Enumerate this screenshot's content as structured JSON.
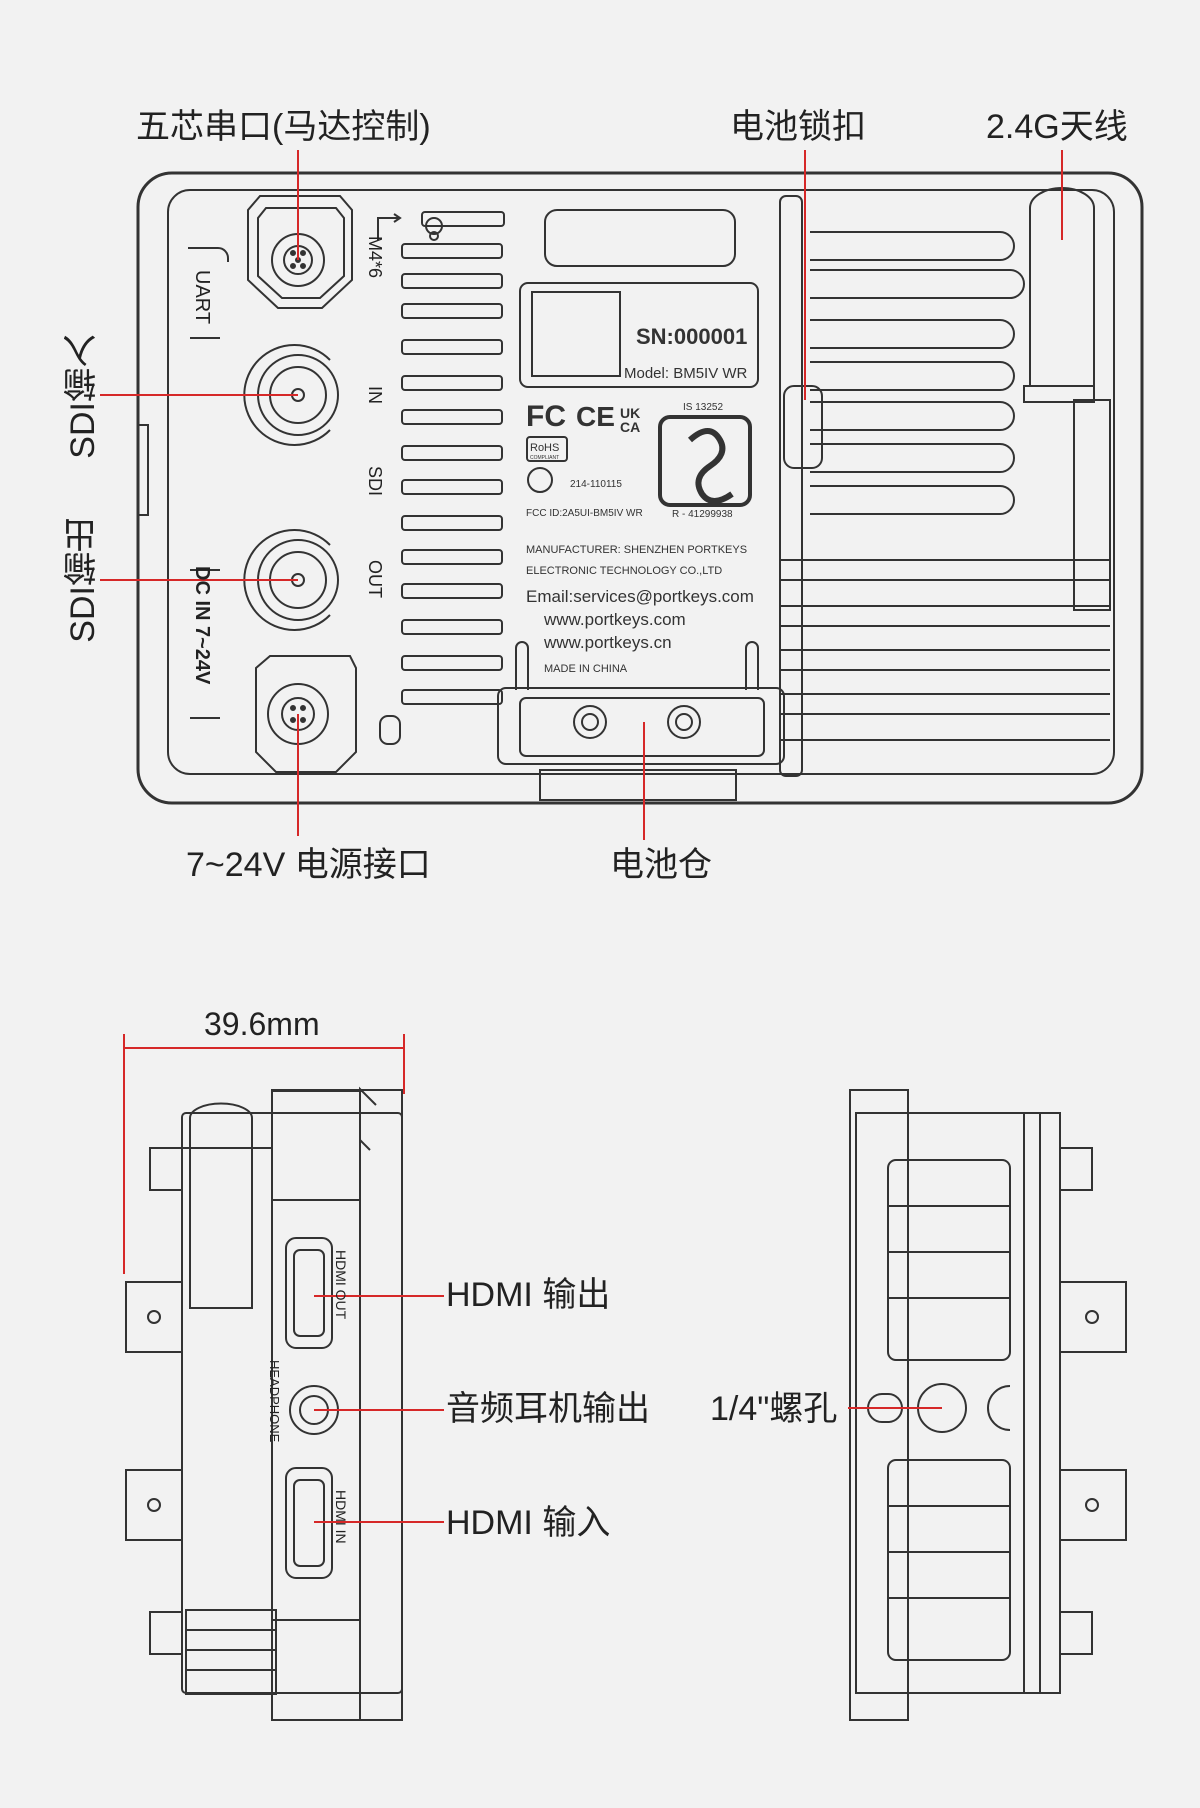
{
  "callouts": {
    "motor_port": "五芯串口(马达控制)",
    "battery_latch": "电池锁扣",
    "antenna": "2.4G天线",
    "sdi_in": "SDI输入",
    "sdi_out": "SDI输出",
    "power_port": "7~24V 电源接口",
    "battery_bay": "电池仓",
    "hdmi_out": "HDMI 输出",
    "audio_out": "音频耳机输出",
    "hdmi_in": "HDMI 输入",
    "screw_hole": "1/4\"螺孔"
  },
  "dimension": {
    "width_label": "39.6mm"
  },
  "engraved": {
    "uart": "UART",
    "screw_spec": "M4*6",
    "sdi_in": "IN",
    "sdi": "SDI",
    "sdi_out": "OUT",
    "dc_in": "DC IN 7~24V",
    "hdmi_out": "HDMI OUT",
    "headphone": "HEADPHONE",
    "hdmi_in": "HDMI IN"
  },
  "label_plate": {
    "sn": "SN:000001",
    "model": "Model: BM5IV WR",
    "is_code": "IS 13252",
    "r_code": "R - 41299938",
    "ncc": "214-110115",
    "fcc_id": "FCC ID:2A5UI-BM5IV WR",
    "manufacturer_1": "MANUFACTURER: SHENZHEN PORTKEYS",
    "manufacturer_2": "ELECTRONIC TECHNOLOGY CO.,LTD",
    "email": "Email:services@portkeys.com",
    "web_1": "www.portkeys.com",
    "web_2": "www.portkeys.cn",
    "origin": "MADE IN CHINA",
    "fc": "FC",
    "ce": "CE",
    "ukca_1": "UK",
    "ukca_2": "CA",
    "rohs_1": "RoHS",
    "rohs_2": "COMPLIANT"
  },
  "colors": {
    "callout_line": "#d62828",
    "outline": "#333333",
    "background": "#f2f2f2"
  }
}
